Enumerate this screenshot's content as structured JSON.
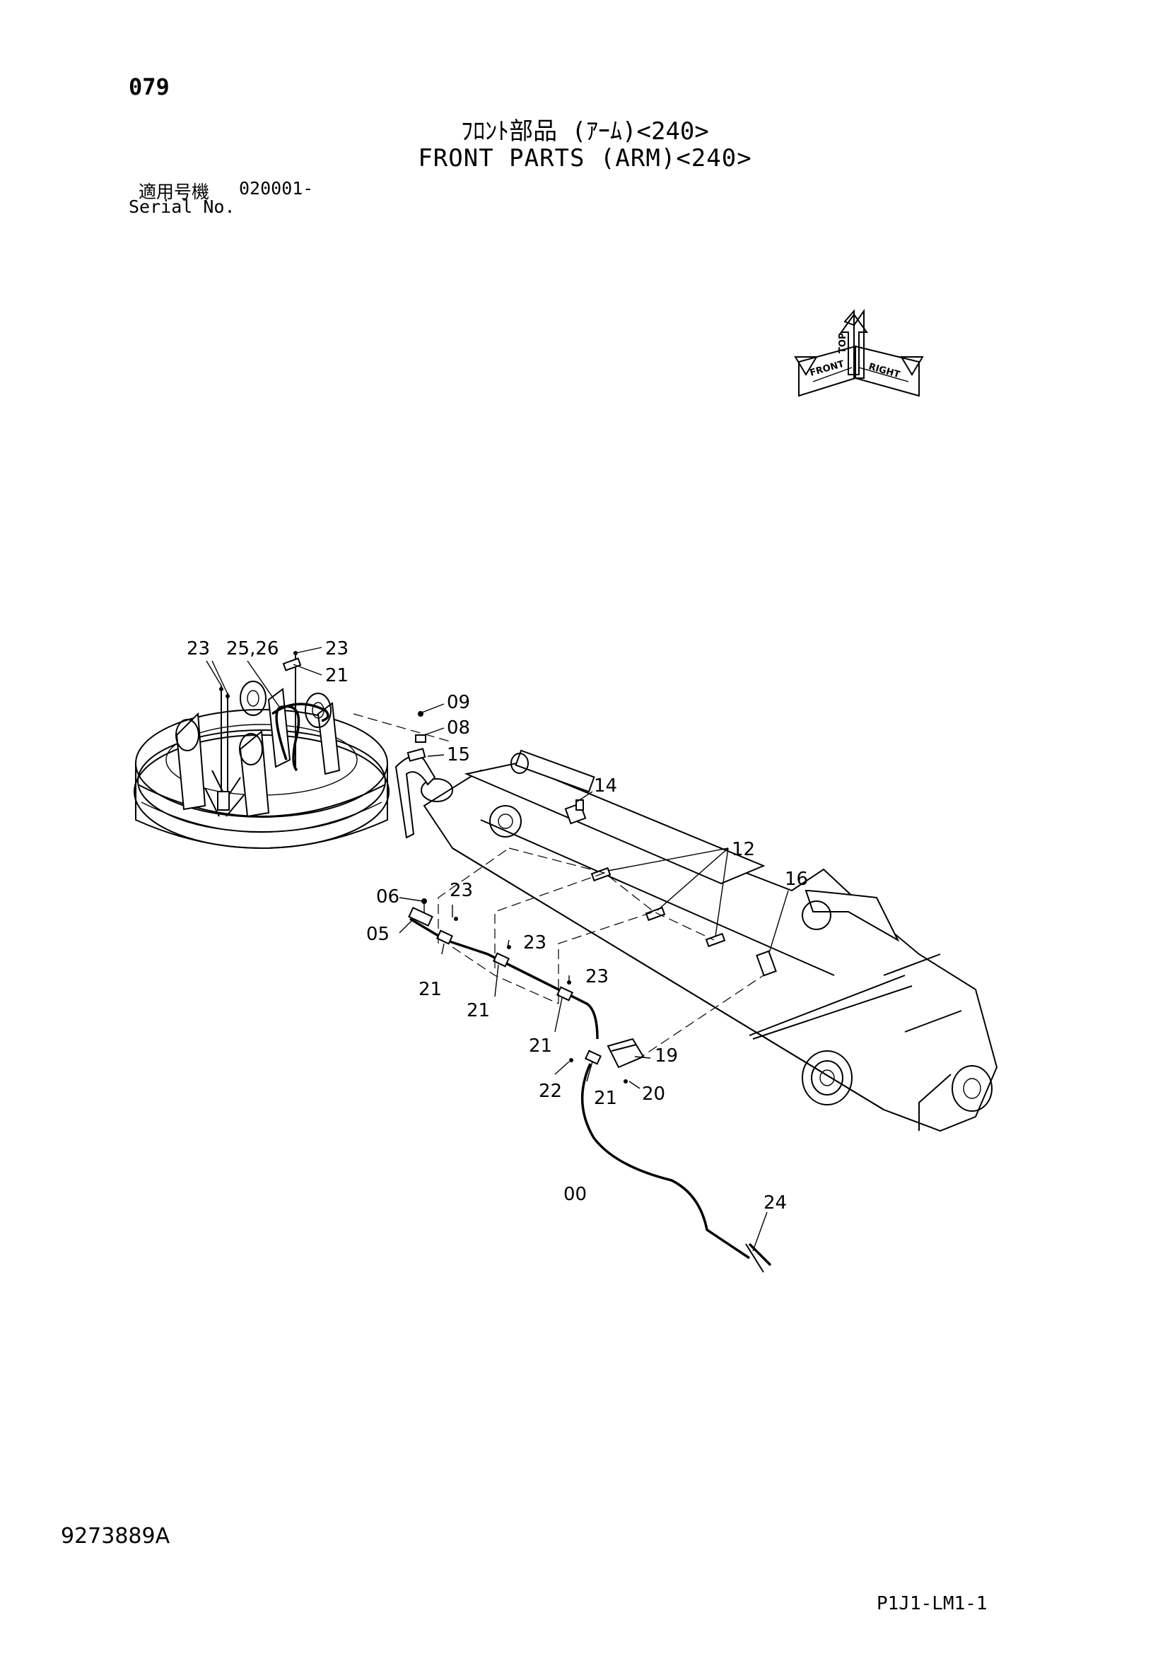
{
  "header": {
    "page_number": "079",
    "title_jp": "ﾌﾛﾝﾄ部品 (ｱｰﾑ)<240>",
    "title_en": "FRONT PARTS (ARM)<240>",
    "serial_label_jp": "適用号機",
    "serial_value": "020001-",
    "serial_label_en": "Serial No."
  },
  "footer": {
    "doc_code": "9273889A",
    "page_code": "P1J1-LM1-1"
  },
  "compass": {
    "front": "FRONT",
    "right": "RIGHT",
    "top": "TOP"
  },
  "callouts": {
    "c00": "00",
    "c05": "05",
    "c06": "06",
    "c08": "08",
    "c09": "09",
    "c12": "12",
    "c14": "14",
    "c15": "15",
    "c16": "16",
    "c19": "19",
    "c20": "20",
    "c21": "21",
    "c22": "22",
    "c23": "23",
    "c24": "24",
    "c2526": "25,26"
  }
}
